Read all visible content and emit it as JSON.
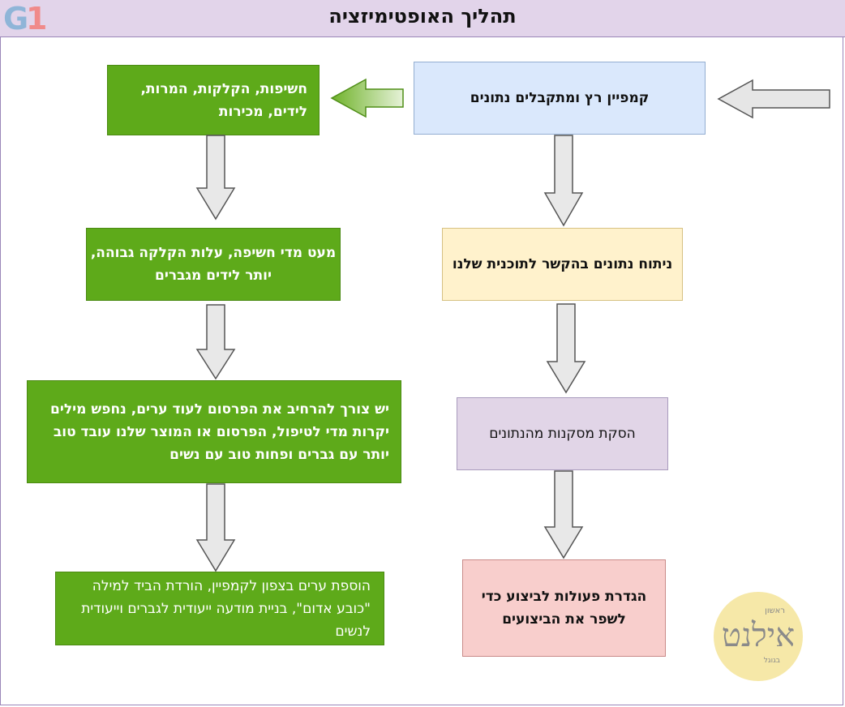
{
  "header": {
    "title": "תהליך האופטימיזציה",
    "logo_text": "G1",
    "colors": {
      "background": "#e2d4ea",
      "border": "#9a86b8"
    }
  },
  "flow_right": [
    {
      "id": "campaign",
      "label": "קמפיין רץ ומתקבלים נתונים",
      "color": "#dae8fc"
    },
    {
      "id": "analysis",
      "label": "ניתוח נתונים בהקשר לתוכנית שלנו",
      "color": "#fff2cc"
    },
    {
      "id": "conclusions",
      "label": "הסקת מסקנות מהנתונים",
      "color": "#e1d5e7"
    },
    {
      "id": "actions",
      "label": "הגדרת פעולות לביצוע כדי לשפר את הביצועים",
      "color": "#f8cecc"
    }
  ],
  "flow_left": [
    {
      "id": "metrics",
      "label": "חשיפות, הקלקות, המרות, לידים, מכירות",
      "color": "#5eaa1a"
    },
    {
      "id": "lowexposure",
      "label": "מעט מדי חשיפה, עלות הקלקה גבוהה, יותר לידים מגברים",
      "color": "#5eaa1a"
    },
    {
      "id": "expand",
      "label": "יש צורך להרחיב את הפרסום לעוד ערים, נחפש מילים יקרות מדי לטיפול, הפרסום או המוצר שלנו עובד טוב יותר עם גברים ופחות טוב עם נשים",
      "color": "#5eaa1a"
    },
    {
      "id": "addcities",
      "label": "הוספת ערים בצפון לקמפיין, הורדת הביד למילה \"כובע אדום\", בניית מודעה ייעודית לגברים וייעודית לנשים",
      "color": "#5eaa1a"
    }
  ],
  "stamp": {
    "main": "אילנט",
    "top": "ראשון",
    "bottom": "בגוגל"
  }
}
